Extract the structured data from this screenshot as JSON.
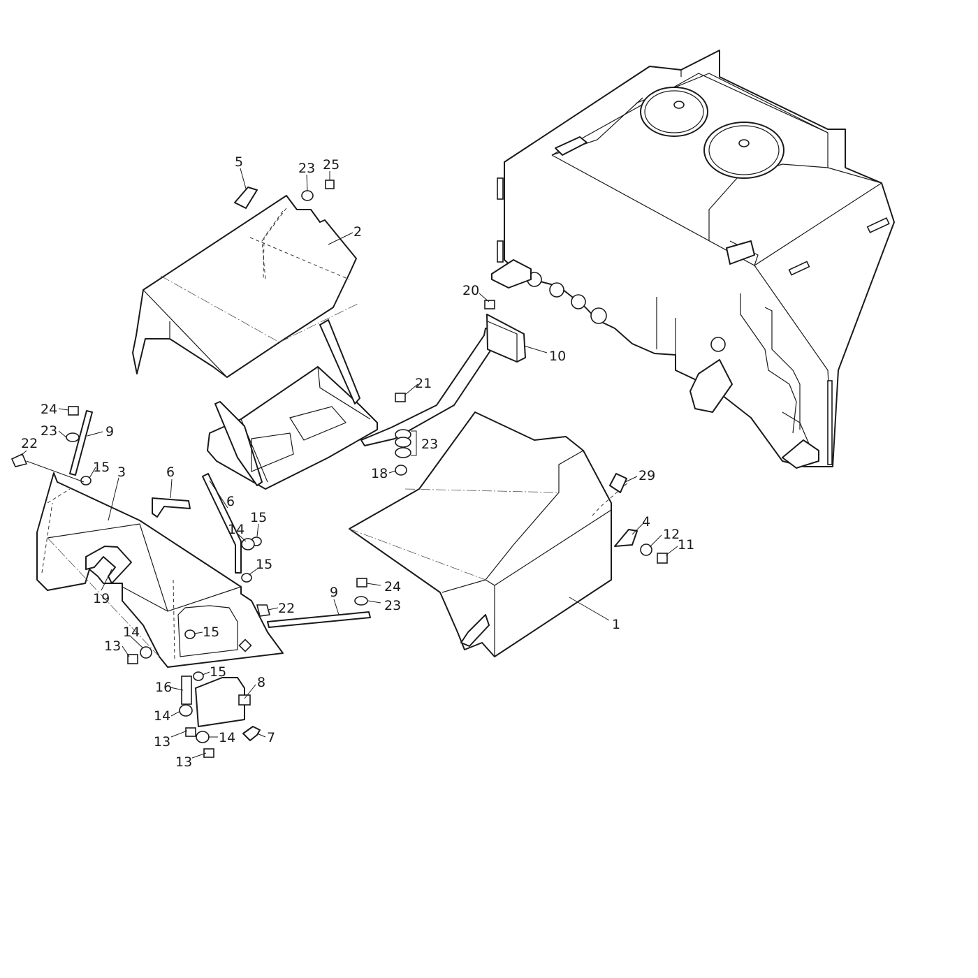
{
  "diagram": {
    "callouts": [
      {
        "id": "c-5",
        "text": "5"
      },
      {
        "id": "c-23-top",
        "text": "23"
      },
      {
        "id": "c-25",
        "text": "25"
      },
      {
        "id": "c-2",
        "text": "2"
      },
      {
        "id": "c-20",
        "text": "20"
      },
      {
        "id": "c-10",
        "text": "10"
      },
      {
        "id": "c-21",
        "text": "21"
      },
      {
        "id": "c-23-mid",
        "text": "23"
      },
      {
        "id": "c-18",
        "text": "18"
      },
      {
        "id": "c-24-left",
        "text": "24"
      },
      {
        "id": "c-23-left",
        "text": "23"
      },
      {
        "id": "c-9-left",
        "text": "9"
      },
      {
        "id": "c-22-left",
        "text": "22"
      },
      {
        "id": "c-15-a",
        "text": "15"
      },
      {
        "id": "c-3",
        "text": "3"
      },
      {
        "id": "c-6-a",
        "text": "6"
      },
      {
        "id": "c-6-b",
        "text": "6"
      },
      {
        "id": "c-14-a",
        "text": "14"
      },
      {
        "id": "c-15-b",
        "text": "15"
      },
      {
        "id": "c-15-c",
        "text": "15"
      },
      {
        "id": "c-19",
        "text": "19"
      },
      {
        "id": "c-22-mid",
        "text": "22"
      },
      {
        "id": "c-9-mid",
        "text": "9"
      },
      {
        "id": "c-24-mid",
        "text": "24"
      },
      {
        "id": "c-23-low",
        "text": "23"
      },
      {
        "id": "c-14-b",
        "text": "14"
      },
      {
        "id": "c-13-a",
        "text": "13"
      },
      {
        "id": "c-15-d",
        "text": "15"
      },
      {
        "id": "c-15-e",
        "text": "15"
      },
      {
        "id": "c-16",
        "text": "16"
      },
      {
        "id": "c-8",
        "text": "8"
      },
      {
        "id": "c-14-c",
        "text": "14"
      },
      {
        "id": "c-13-b",
        "text": "13"
      },
      {
        "id": "c-14-d",
        "text": "14"
      },
      {
        "id": "c-7",
        "text": "7"
      },
      {
        "id": "c-13-c",
        "text": "13"
      },
      {
        "id": "c-29",
        "text": "29"
      },
      {
        "id": "c-4",
        "text": "4"
      },
      {
        "id": "c-12",
        "text": "12"
      },
      {
        "id": "c-11",
        "text": "11"
      },
      {
        "id": "c-1",
        "text": "1"
      }
    ]
  }
}
